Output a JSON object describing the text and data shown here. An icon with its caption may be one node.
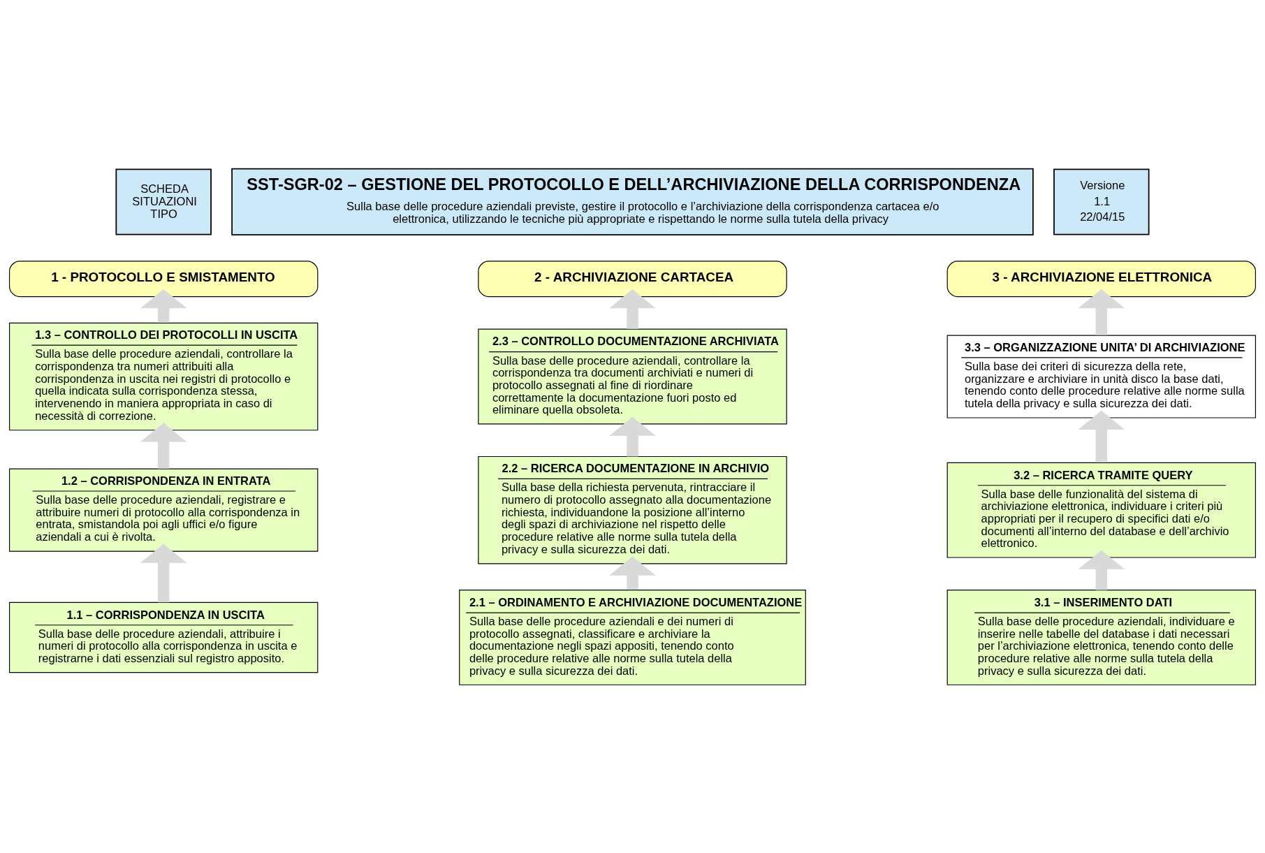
{
  "diagram": {
    "nodes": [
      {
        "text": [
          "SCHEDA SITUAZIONI TIPO"
        ]
      },
      {
        "text": [
          "SST-SGR-02 – GESTIONE DEL PROTOCOLLO E DELL’ARCHIVIAZIONE DELLA CORRISPONDENZA",
          "Sulla base delle procedure aziendali previste, gestire il protocollo e l’archiviazione della corrispondenza cartacea e/o elettronica, utilizzando le tecniche più appropriate e rispettando le norme sulla tutela della privacy"
        ]
      },
      {
        "text": [
          "Versione",
          "1.1",
          "22/04/15"
        ]
      },
      {
        "text": [
          "1 - PROTOCOLLO E SMISTAMENTO"
        ]
      },
      {
        "text": [
          "2 - ARCHIVIAZIONE CARTACEA"
        ]
      },
      {
        "text": [
          "3 - ARCHIVIAZIONE ELETTRONICA"
        ]
      },
      {
        "text": [
          "1.3 – CONTROLLO DEI PROTOCOLLI IN USCITA",
          "Sulla base delle procedure aziendali, controllare la corrispondenza tra numeri attribuiti alla corrispondenza in uscita nei registri di protocollo e quella indicata sulla corrispondenza stessa, intervenendo in maniera appropriata in caso di necessità di correzione."
        ]
      },
      {
        "text": [
          "1.2 – CORRISPONDENZA IN ENTRATA",
          "Sulla base delle procedure aziendali, registrare e attribuire numeri di protocollo alla corrispondenza in entrata, smistandola poi agli uffici e/o figure aziendali a cui è rivolta."
        ]
      },
      {
        "text": [
          "1.1 – CORRISPONDENZA IN USCITA",
          "Sulla base delle procedure aziendali, attribuire i numeri di protocollo alla corrispondenza in uscita e registrarne i dati essenziali sul registro apposito."
        ]
      },
      {
        "text": [
          "2.3 – CONTROLLO DOCUMENTAZIONE ARCHIVIATA",
          "Sulla base delle procedure aziendali, controllare la corrispondenza tra documenti archiviati e numeri di protocollo assegnati al fine di riordinare correttamente la documentazione fuori posto ed eliminare quella obsoleta."
        ]
      },
      {
        "text": [
          "2.2 – RICERCA DOCUMENTAZIONE IN ARCHIVIO",
          "Sulla base della richiesta pervenuta, rintracciare il numero di protocollo assegnato alla documentazione richiesta, individuandone la posizione all’interno degli spazi di archiviazione nel rispetto delle procedure relative alle norme sulla tutela della privacy e sulla sicurezza dei dati."
        ]
      },
      {
        "text": [
          "2.1 – ORDINAMENTO E ARCHIVIAZIONE DOCUMENTAZIONE",
          "Sulla base delle procedure aziendali e dei numeri di protocollo assegnati, classificare e archiviare la documentazione negli spazi appositi, tenendo conto delle procedure relative alle norme sulla tutela della privacy e sulla sicurezza dei dati."
        ]
      },
      {
        "text": [
          "3.3 – ORGANIZZAZIONE UNITA’ DI ARCHIVIAZIONE",
          "Sulla base dei criteri di sicurezza della rete, organizzare e archiviare in unità disco la base dati, tenendo conto delle procedure relative alle norme sulla tutela della privacy e sulla sicurezza dei dati."
        ]
      },
      {
        "text": [
          "3.2 – RICERCA TRAMITE QUERY",
          "Sulla base delle funzionalità del sistema di archiviazione elettronica, individuare i criteri più appropriati per il recupero di specifici dati e/o documenti all’interno del database e dell’archivio elettronico."
        ]
      },
      {
        "text": [
          "3.1 – INSERIMENTO DATI",
          "Sulla base delle procedure aziendali, individuare e inserire nelle tabelle del database i dati necessari per l’archiviazione elettronica, tenendo conto delle procedure relative alle norme sulla tutela della privacy e sulla sicurezza dei dati."
        ]
      }
    ],
    "edges": [
      {
        "from": 8,
        "to": 7,
        "arrow": "to"
      },
      {
        "from": 7,
        "to": 6,
        "arrow": "to"
      },
      {
        "from": 6,
        "to": 3,
        "arrow": "to"
      },
      {
        "from": 11,
        "to": 10,
        "arrow": "to"
      },
      {
        "from": 10,
        "to": 9,
        "arrow": "to"
      },
      {
        "from": 9,
        "to": 4,
        "arrow": "to"
      },
      {
        "from": 14,
        "to": 13,
        "arrow": "to"
      },
      {
        "from": 13,
        "to": 12,
        "arrow": "to"
      },
      {
        "from": 12,
        "to": 5,
        "arrow": "to"
      }
    ]
  }
}
